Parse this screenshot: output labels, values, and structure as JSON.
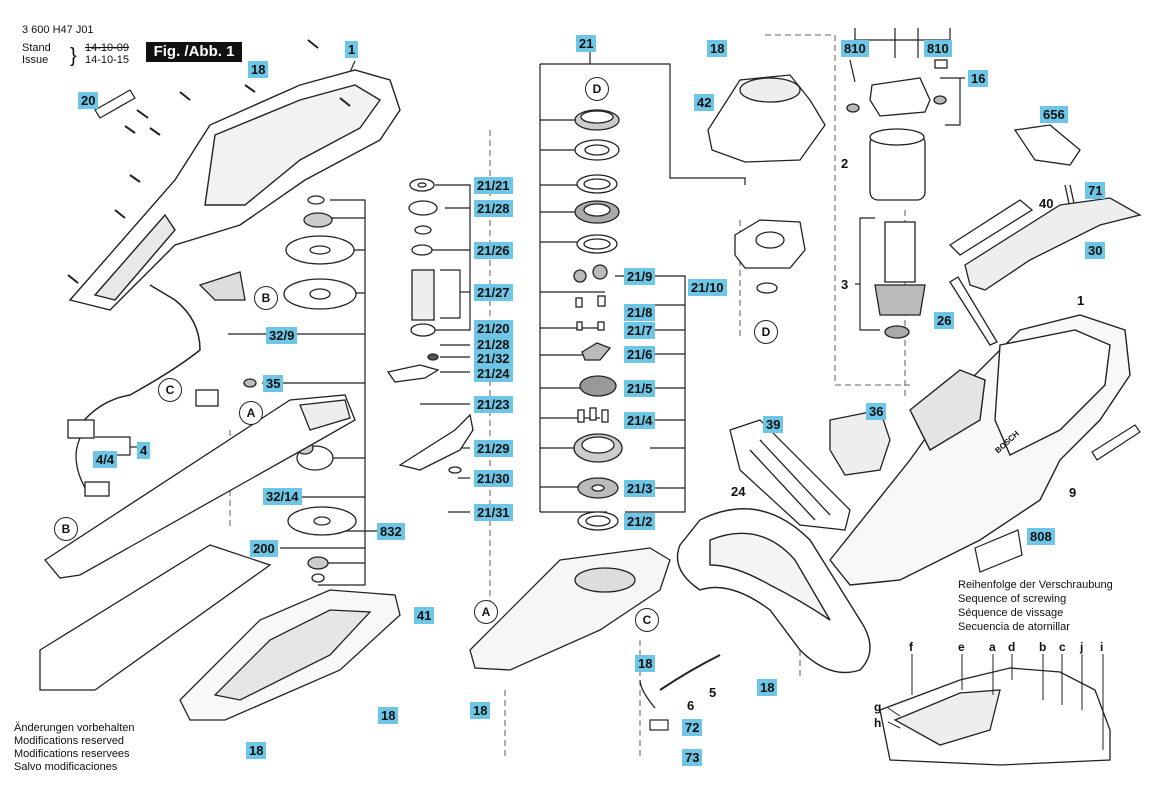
{
  "header": {
    "doc_number": "3 600 H47 J01",
    "stand_label": "Stand",
    "stand_date": "14-10-09",
    "issue_label": "Issue",
    "issue_date": "14-10-15",
    "figure_label": "Fig. /Abb. 1"
  },
  "part_labels": {
    "p1_top": "1",
    "p18_top": "18",
    "p20": "20",
    "p32_9": "32/9",
    "p35": "35",
    "p4": "4",
    "p4_4": "4/4",
    "p32_14": "32/14",
    "p832": "832",
    "p200": "200",
    "p41": "41",
    "p18_bl1": "18",
    "p18_bl2": "18",
    "p21": "21",
    "p21_21": "21/21",
    "p21_28a": "21/28",
    "p21_26": "21/26",
    "p21_27": "21/27",
    "p21_20": "21/20",
    "p21_28b": "21/28",
    "p21_32": "21/32",
    "p21_24": "21/24",
    "p21_23": "21/23",
    "p21_29": "21/29",
    "p21_30": "21/30",
    "p21_31": "21/31",
    "p21_9": "21/9",
    "p21_10": "21/10",
    "p21_8": "21/8",
    "p21_7": "21/7",
    "p21_6": "21/6",
    "p21_5": "21/5",
    "p21_4": "21/4",
    "p21_3": "21/3",
    "p21_2": "21/2",
    "p18_mid": "18",
    "p42": "42",
    "p18_mc": "18",
    "p5": "5",
    "p6": "6",
    "p72": "72",
    "p73": "73",
    "p18_mb": "18",
    "p810a": "810",
    "p810b": "810",
    "p16": "16",
    "p2": "2",
    "p3": "3",
    "p656": "656",
    "p71": "71",
    "p40": "40",
    "p30": "30",
    "p26": "26",
    "p1_right": "1",
    "p39": "39",
    "p36": "36",
    "p9": "9",
    "p24": "24",
    "p808": "808",
    "p18_24": "18"
  },
  "markers": {
    "d1": "D",
    "d2": "D",
    "b1": "B",
    "b2": "B",
    "c1": "C",
    "c2": "C",
    "a1": "A",
    "a2": "A"
  },
  "screw_sequence": {
    "title_de": "Reihenfolge der Verschraubung",
    "title_en": "Sequence of screwing",
    "title_fr": "Séquence de vissage",
    "title_es": "Secuencia de atornillar",
    "letters": [
      "f",
      "e",
      "a",
      "d",
      "b",
      "c",
      "j",
      "i",
      "g",
      "h"
    ]
  },
  "footer": {
    "line_de": "Änderungen vorbehalten",
    "line_en": "Modifications reserved",
    "line_fr": "Modifications reservees",
    "line_es": "Salvo modificaciones"
  },
  "brand_mark": "BOSCH",
  "colors": {
    "label_bg": "#6ec6e6",
    "line": "#222222"
  }
}
